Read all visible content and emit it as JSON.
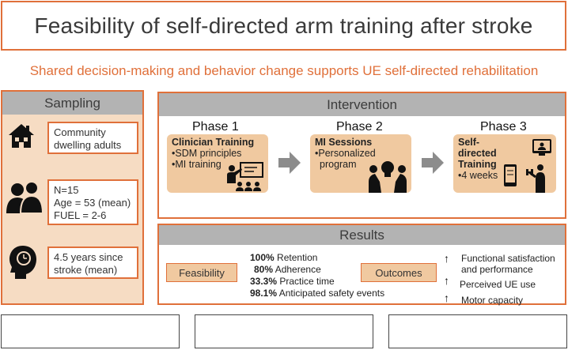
{
  "title": "Feasibility of self-directed arm training after stroke",
  "subtitle": "Shared decision-making and behavior change supports UE self-directed rehabilitation",
  "sampling": {
    "header": "Sampling",
    "items": [
      {
        "icon": "house-icon",
        "lines": [
          "Community",
          "dwelling adults"
        ]
      },
      {
        "icon": "people-icon",
        "lines": [
          "N=15",
          "Age = 53 (mean)",
          "FUEL = 2-6"
        ]
      },
      {
        "icon": "head-clock-icon",
        "lines": [
          "4.5 years since",
          "stroke (mean)"
        ]
      }
    ]
  },
  "intervention": {
    "header": "Intervention",
    "phases": [
      {
        "title": "Phase 1",
        "card_title": "Clinician Training",
        "lines": [
          "•SDM principles",
          "•MI training"
        ],
        "icon": "teacher-board-icon"
      },
      {
        "title": "Phase 2",
        "card_title": "MI Sessions",
        "lines": [
          "•Personalized",
          "program"
        ],
        "icon": "lightbulb-discussion-icon"
      },
      {
        "title": "Phase 3",
        "card_title": "Self-directed Training",
        "lines": [
          "•4 weeks"
        ],
        "icon": "devices-exercise-icon"
      }
    ]
  },
  "results": {
    "header": "Results",
    "feasibility_label": "Feasibility",
    "outcomes_label": "Outcomes",
    "metrics": [
      {
        "value": "100%",
        "label": "Retention"
      },
      {
        "value": "80%",
        "label": "Adherence"
      },
      {
        "value": "33.3%",
        "label": "Practice time"
      },
      {
        "value": "98.1%",
        "label": "Anticipated safety events"
      }
    ],
    "outcomes": [
      {
        "lines": [
          "Functional satisfaction",
          "and performance"
        ]
      },
      {
        "lines": [
          "Perceived UE use"
        ]
      },
      {
        "lines": [
          "Motor capacity"
        ]
      }
    ],
    "arrow_glyph": "↑"
  },
  "colors": {
    "accent": "#e0703a",
    "card": "#f0c9a0",
    "panel": "#f6dcc3",
    "header": "#b3b3b3"
  }
}
